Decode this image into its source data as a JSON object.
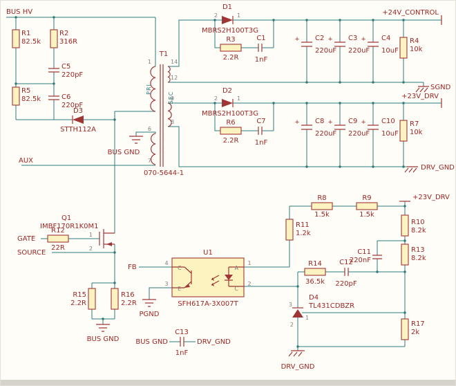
{
  "schematic": {
    "nets": {
      "bus_hv": "BUS HV",
      "aux": "AUX",
      "bus_gnd": "BUS GND",
      "sgnd": "SGND",
      "v24_control": "+24V_CONTROL",
      "v23_drv": "+23V_DRV",
      "drv_gnd": "DRV_GND",
      "gate": "GATE",
      "source": "SOURCE",
      "fb": "FB",
      "pgnd": "PGND"
    },
    "components": {
      "T1": {
        "ref": "T1",
        "value": "070-5644-1"
      },
      "D1": {
        "ref": "D1",
        "value": "MBRS2H100T3G"
      },
      "D2": {
        "ref": "D2",
        "value": "MBRS2H100T3G"
      },
      "D3": {
        "ref": "D3",
        "value": "STTH112A"
      },
      "D4": {
        "ref": "D4",
        "value": "TL431CDBZR"
      },
      "Q1": {
        "ref": "Q1",
        "value": "IMBF170R1K0M1"
      },
      "U1": {
        "ref": "U1",
        "value": "SFH617A-3X007T"
      },
      "R1": {
        "ref": "R1",
        "value": "82.5k"
      },
      "R2": {
        "ref": "R2",
        "value": "316R"
      },
      "R3": {
        "ref": "R3",
        "value": "2.2R"
      },
      "R4": {
        "ref": "R4",
        "value": "10k"
      },
      "R5": {
        "ref": "R5",
        "value": "82.5k"
      },
      "R6": {
        "ref": "R6",
        "value": "2.2R"
      },
      "R7": {
        "ref": "R7",
        "value": "10k"
      },
      "R8": {
        "ref": "R8",
        "value": "1.5k"
      },
      "R9": {
        "ref": "R9",
        "value": "1.5k"
      },
      "R10": {
        "ref": "R10",
        "value": "8.2k"
      },
      "R11": {
        "ref": "R11",
        "value": "1.2k"
      },
      "R12": {
        "ref": "R12",
        "value": "22R"
      },
      "R13": {
        "ref": "R13",
        "value": "8.2k"
      },
      "R14": {
        "ref": "R14",
        "value": "36.5k"
      },
      "R15": {
        "ref": "R15",
        "value": "2.2R"
      },
      "R16": {
        "ref": "R16",
        "value": "2.2R"
      },
      "R17": {
        "ref": "R17",
        "value": "2k"
      },
      "C1": {
        "ref": "C1",
        "value": "1nF"
      },
      "C2": {
        "ref": "C2",
        "value": "220uF"
      },
      "C3": {
        "ref": "C3",
        "value": "220uF"
      },
      "C4": {
        "ref": "C4",
        "value": "10uF"
      },
      "C5": {
        "ref": "C5",
        "value": "220pF"
      },
      "C6": {
        "ref": "C6",
        "value": "220pF"
      },
      "C7": {
        "ref": "C7",
        "value": "1nF"
      },
      "C8": {
        "ref": "C8",
        "value": "220uF"
      },
      "C9": {
        "ref": "C9",
        "value": "220uF"
      },
      "C10": {
        "ref": "C10",
        "value": "10uF"
      },
      "C11": {
        "ref": "C11",
        "value": "220nF"
      },
      "C12": {
        "ref": "C12",
        "value": "220pF"
      },
      "C13": {
        "ref": "C13",
        "value": "1nF"
      }
    },
    "windings": {
      "primary": "PRI",
      "secondary": "SEC"
    },
    "pins": {
      "n1": "1",
      "n2": "2",
      "n3": "3",
      "n4": "4",
      "n6": "6",
      "n7": "7",
      "n8": "8",
      "n9": "9",
      "n12": "12",
      "n14": "14"
    },
    "opto_terminals": {
      "c": "C",
      "e": "E",
      "a": "A"
    },
    "marks": {
      "polarity": "+"
    },
    "colors": {
      "wire": "#2b7a78",
      "symbol": "#a03535",
      "label_text": "#9c2626",
      "pin_text": "#7f7f7f",
      "component_fill": "#fdf3c0",
      "background": "#fffdf7"
    }
  }
}
